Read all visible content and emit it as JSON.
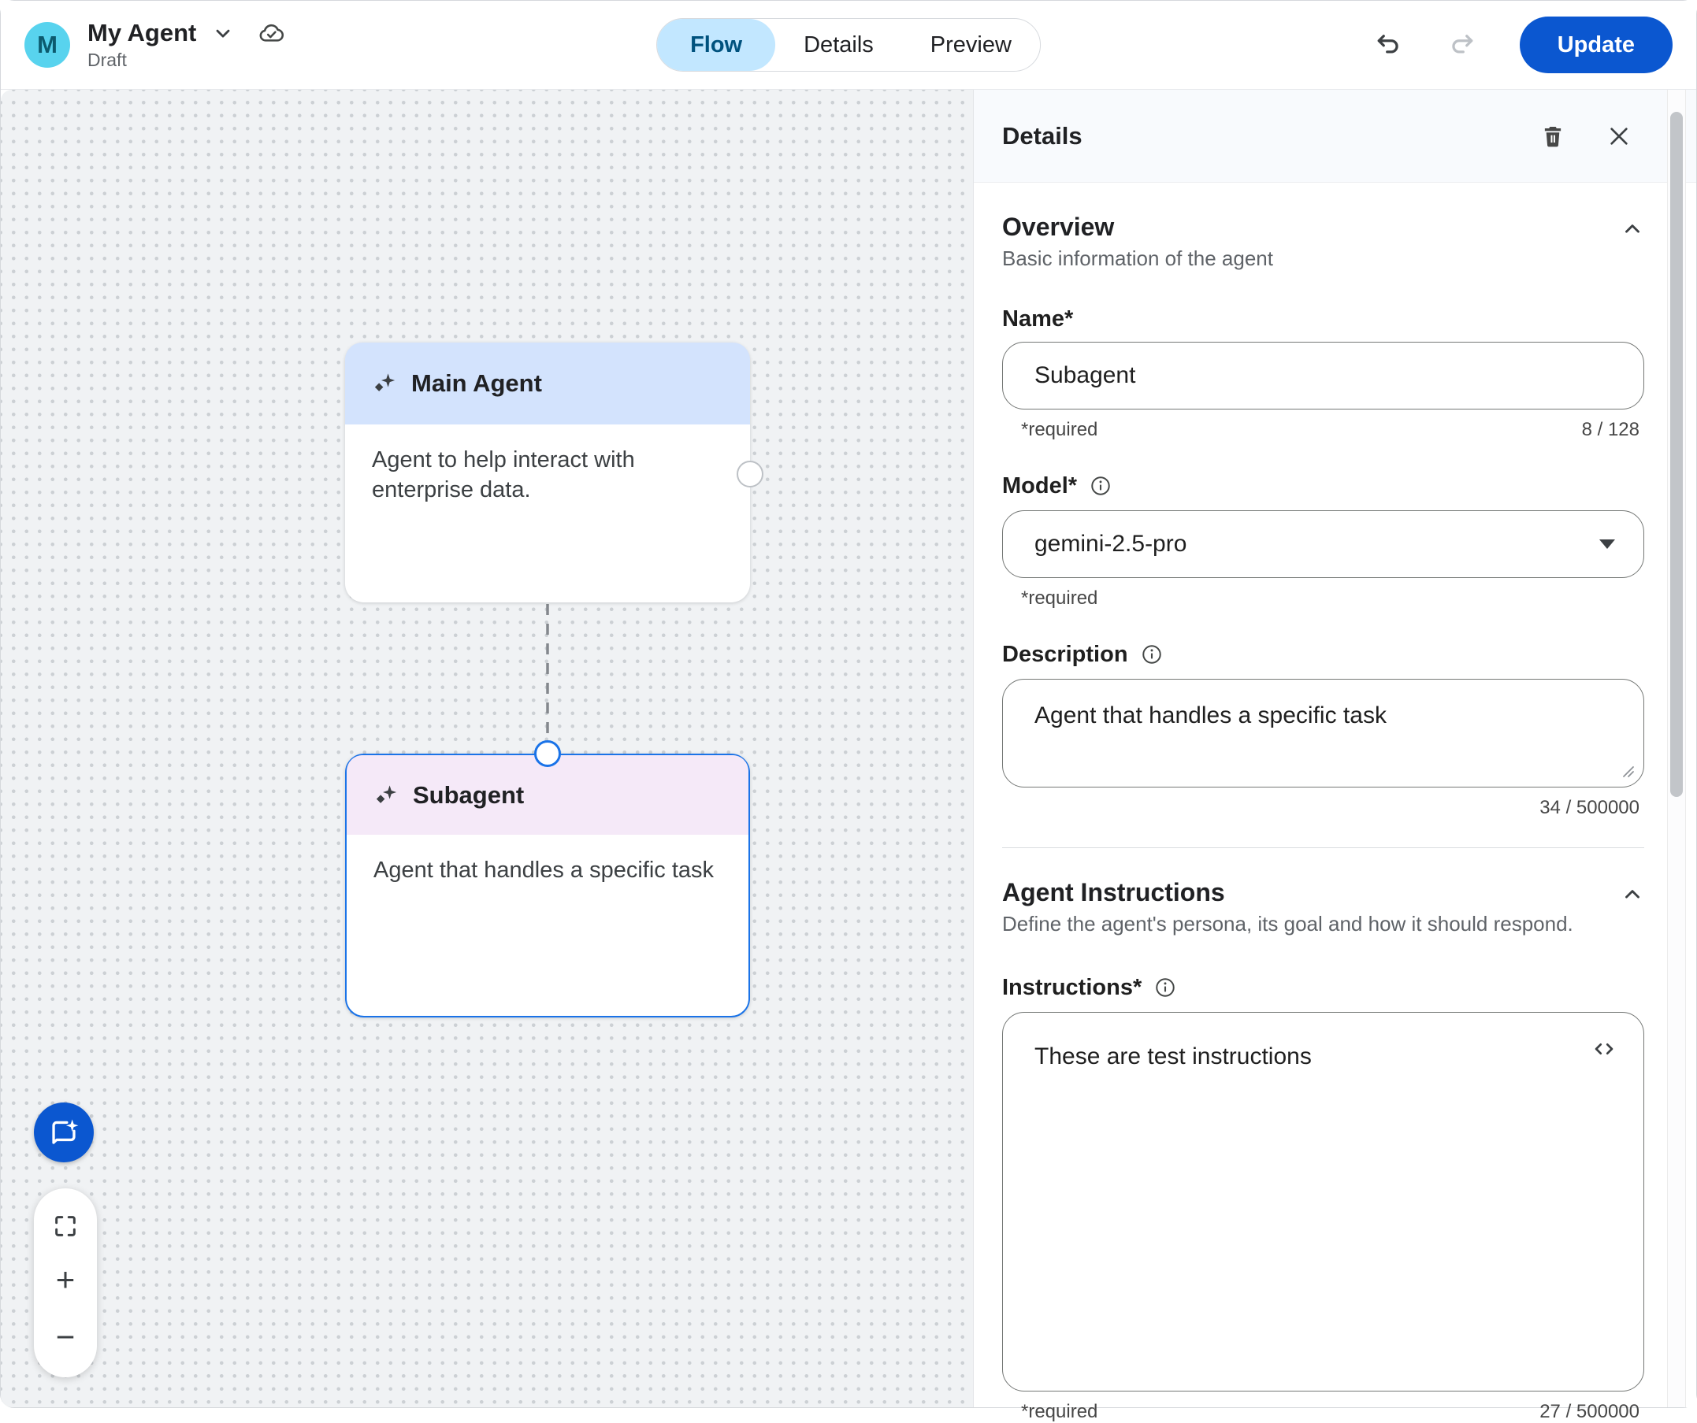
{
  "header": {
    "avatar_letter": "M",
    "title": "My Agent",
    "status": "Draft",
    "tabs": [
      {
        "label": "Flow",
        "active": true
      },
      {
        "label": "Details",
        "active": false
      },
      {
        "label": "Preview",
        "active": false
      }
    ],
    "update_label": "Update"
  },
  "canvas": {
    "nodes": [
      {
        "title": "Main Agent",
        "description": "Agent to help interact with enterprise data."
      },
      {
        "title": "Subagent",
        "description": "Agent that handles a specific task",
        "selected": true
      }
    ]
  },
  "panel": {
    "title": "Details",
    "overview": {
      "heading": "Overview",
      "subheading": "Basic information of the agent",
      "name": {
        "label": "Name*",
        "value": "Subagent",
        "required": "*required",
        "counter": "8 / 128"
      },
      "model": {
        "label": "Model*",
        "value": "gemini-2.5-pro",
        "required": "*required"
      },
      "description": {
        "label": "Description",
        "value": "Agent that handles a specific task",
        "counter": "34 / 500000"
      }
    },
    "agent_instructions": {
      "heading": "Agent Instructions",
      "subheading": "Define the agent's persona, its goal and how it should respond.",
      "instructions": {
        "label": "Instructions*",
        "value": "These are test instructions",
        "required": "*required",
        "counter": "27 / 500000"
      }
    }
  },
  "icons": {
    "sparkle": "✦",
    "cloud_done": "☁✓",
    "chevron_down": "⌄",
    "chevron_up": "⌃",
    "undo": "↩",
    "redo": "↪",
    "delete": "🗑",
    "close": "✕",
    "info": "ⓘ",
    "dropdown_caret": "▼",
    "code": "‹›",
    "ai_chat": "💬✦",
    "fit_screen": "⛶",
    "zoom_in": "+",
    "zoom_out": "−"
  },
  "colors": {
    "accent": "#0b57d0",
    "active_tab_bg": "#c2e7ff",
    "active_tab_text": "#00527e",
    "main_node_header": "#d3e3fd",
    "subagent_node_header": "#f5e9f8",
    "selected_node_border": "#1a73e8",
    "avatar_bg": "#58d3ee",
    "canvas_bg": "#f0f2f4"
  }
}
